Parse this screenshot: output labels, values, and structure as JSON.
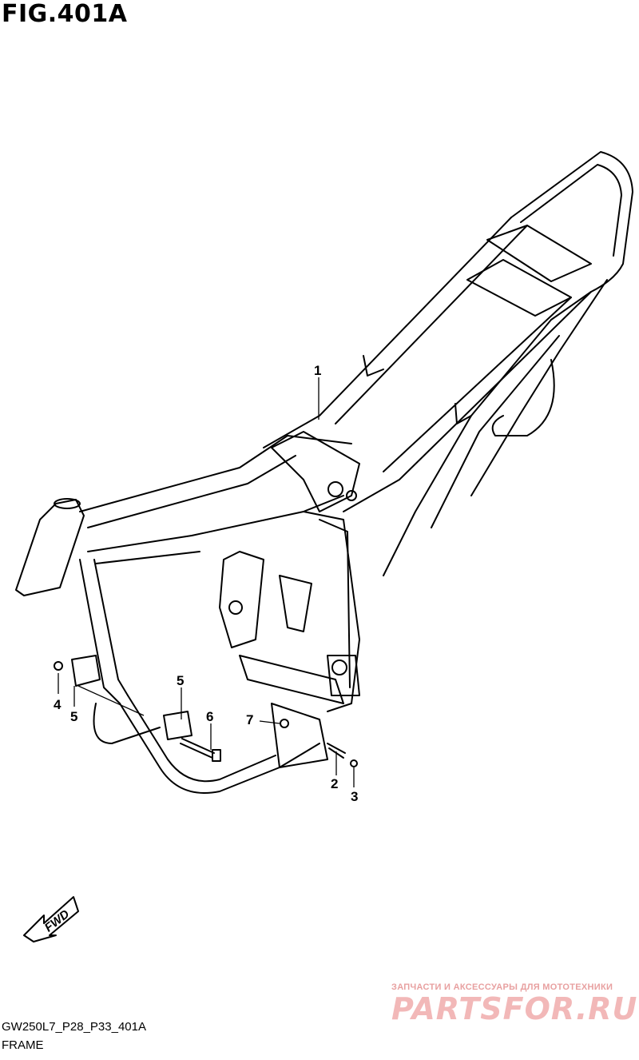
{
  "figure": {
    "title": "FIG.401A",
    "code": "GW250L7_P28_P33_401A",
    "name": "FRAME"
  },
  "callouts": [
    {
      "id": "c1",
      "label": "1"
    },
    {
      "id": "c2",
      "label": "2"
    },
    {
      "id": "c3",
      "label": "3"
    },
    {
      "id": "c4",
      "label": "4"
    },
    {
      "id": "c5a",
      "label": "5"
    },
    {
      "id": "c5b",
      "label": "5"
    },
    {
      "id": "c6",
      "label": "6"
    },
    {
      "id": "c7",
      "label": "7"
    }
  ],
  "direction_badge": {
    "label": "FWD"
  },
  "watermark": {
    "tagline": "ЗАПЧАСТИ И АКСЕССУАРЫ ДЛЯ МОТОТЕХНИКИ",
    "brand": "PARTSFOR.RU"
  }
}
